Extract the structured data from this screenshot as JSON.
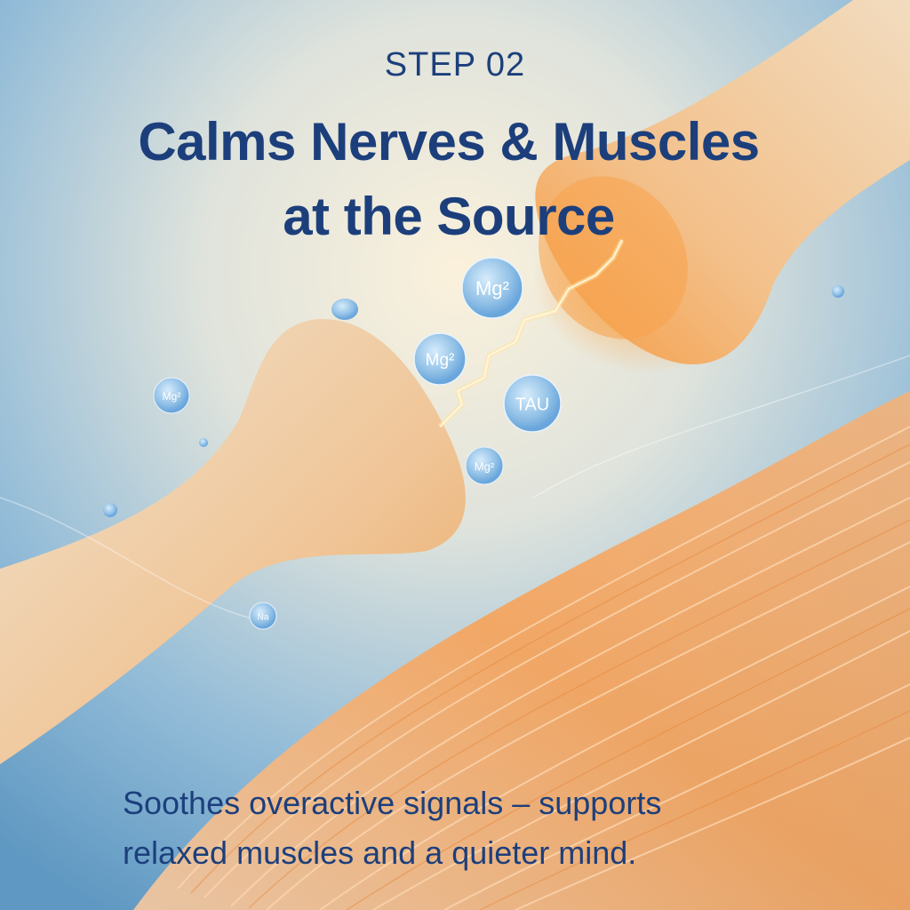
{
  "header": {
    "step": "STEP 02",
    "title_line1": "Calms Nerves & Muscles",
    "title_line2": "at the Source"
  },
  "subtitle": {
    "line1": "Soothes overactive signals – supports",
    "line2": "relaxed muscles and a quieter mind."
  },
  "bubbles": [
    {
      "label": "Mg²"
    },
    {
      "label": "Mg²"
    },
    {
      "label": "TAU"
    },
    {
      "label": "Mg²"
    },
    {
      "label": "Mg²"
    },
    {
      "label": "Na"
    }
  ],
  "colors": {
    "text": "#1c3f7c",
    "background_light": "#f6ecd6",
    "background_blue": "#6aa2c8",
    "neuron": "#f0c69c",
    "muscle": "#f59a4e",
    "spark": "#ffd060"
  }
}
